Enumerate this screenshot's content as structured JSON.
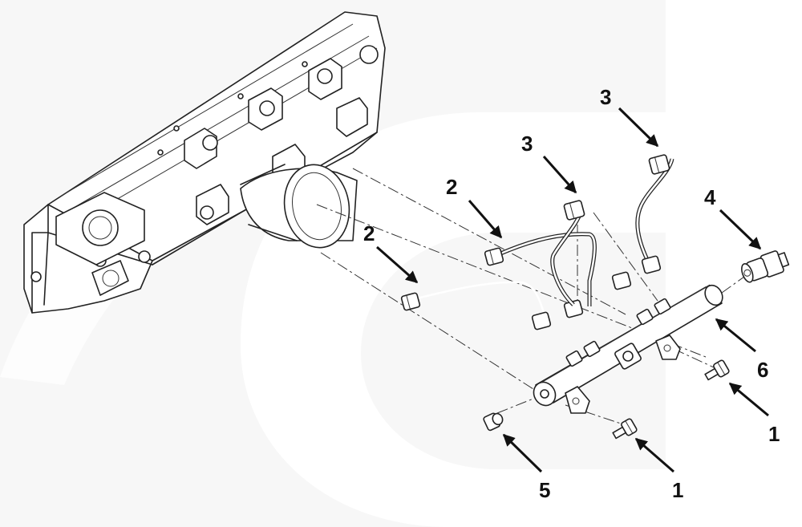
{
  "callouts": {
    "c1a": "1",
    "c1b": "1",
    "c2a": "2",
    "c2b": "2",
    "c3a": "3",
    "c3b": "3",
    "c4": "4",
    "c5": "5",
    "c6": "6"
  },
  "colors": {
    "background": "#ffffff",
    "linework": "#222222",
    "watermark": "#f1f1f1"
  }
}
